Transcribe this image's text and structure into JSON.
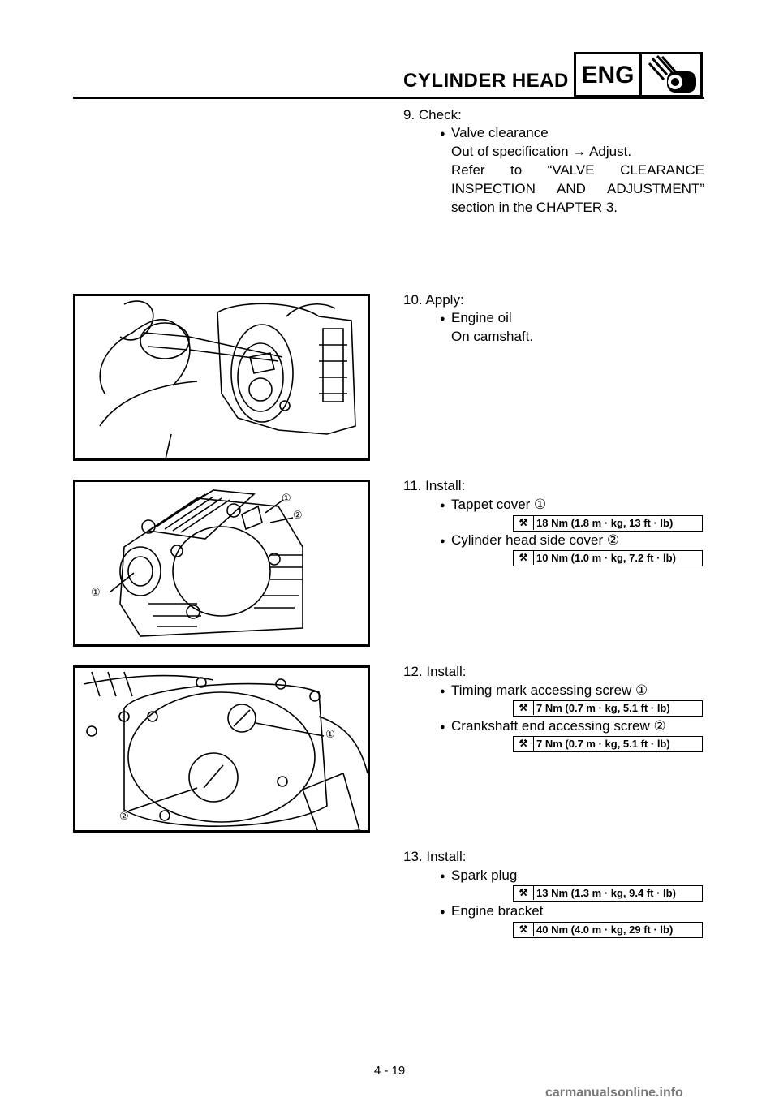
{
  "header": {
    "title": "CYLINDER HEAD",
    "badge": "ENG",
    "icon": "engine-icon"
  },
  "steps": {
    "s9": {
      "heading": "9.  Check:",
      "item": "Valve clearance",
      "line1": "Out of specification → Adjust.",
      "line2": "Refer to “VALVE CLEARANCE",
      "line3": "INSPECTION AND ADJUSTMENT”",
      "line4": "section in the CHAPTER 3."
    },
    "s10": {
      "heading": "10. Apply:",
      "item": "Engine oil",
      "note": "On camshaft."
    },
    "s11": {
      "heading": "11. Install:",
      "item1": "Tappet cover ①",
      "torque1": "18 Nm (1.8 m · kg, 13 ft · lb)",
      "item2": "Cylinder head side cover ②",
      "torque2": "10 Nm (1.0 m · kg, 7.2 ft · lb)"
    },
    "s12": {
      "heading": "12. Install:",
      "item1": "Timing mark accessing screw ①",
      "torque1": "7 Nm (0.7 m · kg, 5.1 ft · lb)",
      "item2": "Crankshaft end accessing screw ②",
      "torque2": "7 Nm (0.7 m · kg, 5.1 ft · lb)"
    },
    "s13": {
      "heading": "13. Install:",
      "item1": "Spark plug",
      "torque1": "13 Nm (1.3 m · kg, 9.4 ft · lb)",
      "item2": "Engine bracket",
      "torque2": "40 Nm (4.0 m · kg, 29 ft · lb)"
    }
  },
  "figures": {
    "fig2": {
      "callouts": [
        "①",
        "②",
        "①"
      ]
    },
    "fig3": {
      "callouts": [
        "①",
        "②"
      ]
    }
  },
  "footer": {
    "page": "4 - 19",
    "watermark": "carmanualsonline.info"
  }
}
